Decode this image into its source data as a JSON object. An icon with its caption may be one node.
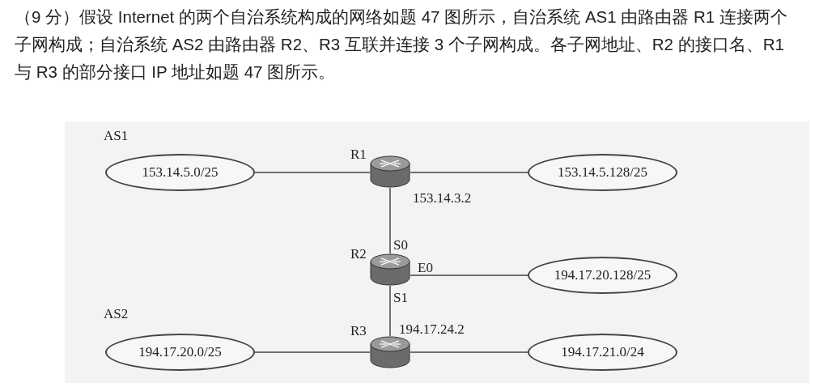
{
  "diagram": {
    "title": "（9 分）假设 Internet 的两个自治系统构成的网络如题 47 图所示，自治系统 AS1 由路由器 R1 连接两个子网构成；自治系统 AS2 由路由器 R2、R3 互联并连接 3 个子网构成。各子网地址、R2 的接口名、R1 与 R3 的部分接口 IP 地址如题 47 图所示。",
    "nodes": [
      {
        "text": [
          "153.14.5.0/25"
        ]
      },
      {
        "text": [
          "R1"
        ],
        "beside": [
          "153.14.3.2"
        ]
      },
      {
        "text": [
          "153.14.5.128/25"
        ]
      },
      {
        "text": [
          "R2"
        ]
      },
      {
        "text": [
          "194.17.20.128/25"
        ]
      },
      {
        "text": [
          "R3"
        ],
        "beside": [
          "194.17.24.2"
        ]
      },
      {
        "text": [
          "194.17.20.0/25"
        ]
      },
      {
        "text": [
          "194.17.21.0/24"
        ]
      }
    ],
    "edges": [
      {
        "from": 0,
        "to": 1,
        "arrow": "none"
      },
      {
        "from": 1,
        "to": 2,
        "arrow": "none"
      },
      {
        "from": 1,
        "to": 3,
        "arrow": "none"
      },
      {
        "from": 3,
        "to": 4,
        "arrow": "none"
      },
      {
        "from": 3,
        "to": 5,
        "arrow": "none"
      },
      {
        "from": 6,
        "to": 5,
        "arrow": "none"
      },
      {
        "from": 5,
        "to": 7,
        "arrow": "none"
      }
    ],
    "labels": [
      "AS1",
      "S0",
      "E0",
      "S1",
      "AS2"
    ]
  }
}
